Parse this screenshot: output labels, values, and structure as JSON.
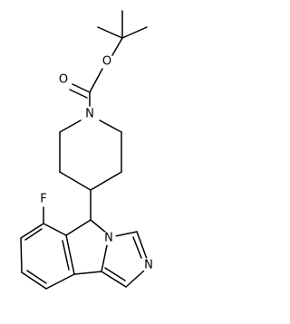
{
  "molecule": {
    "atoms": {
      "carbonyl_oxygen": "O",
      "ester_oxygen": "O",
      "piperidine_nitrogen": "N",
      "fluorine": "F",
      "imidazole_n_fused": "N",
      "imidazole_n_free": "N"
    },
    "colors": {
      "bond": "#000000",
      "label": "#000000",
      "background": "#ffffff"
    }
  }
}
